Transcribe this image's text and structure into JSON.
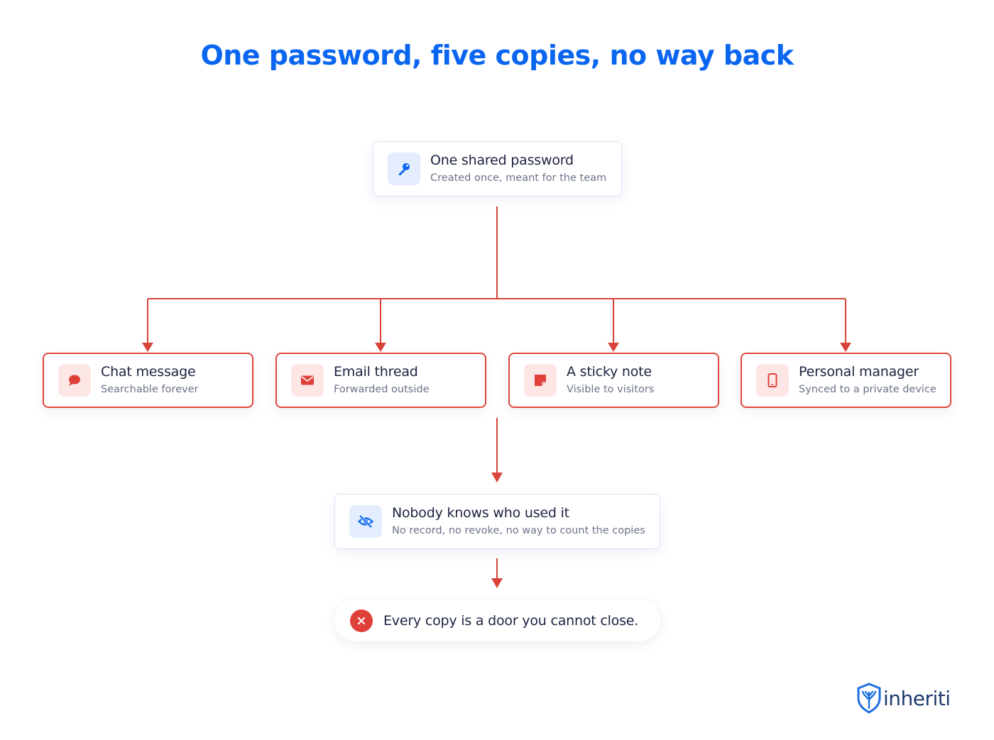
{
  "title": "One password, five copies, no way back",
  "source": {
    "title": "One shared password",
    "subtitle": "Created once, meant for the team",
    "icon": "key-icon"
  },
  "copies": [
    {
      "title": "Chat message",
      "subtitle": "Searchable forever",
      "icon": "chat-bubble-icon"
    },
    {
      "title": "Email thread",
      "subtitle": "Forwarded outside",
      "icon": "envelope-icon"
    },
    {
      "title": "A sticky note",
      "subtitle": "Visible to visitors",
      "icon": "sticky-note-icon"
    },
    {
      "title": "Personal manager",
      "subtitle": "Synced to a private device",
      "icon": "phone-icon"
    }
  ],
  "consequence": {
    "title": "Nobody knows who used it",
    "subtitle": "No record, no revoke, no way to count the copies",
    "icon": "eye-off-icon"
  },
  "callout": {
    "text": "Every copy is a door you cannot close.",
    "icon": "close-icon"
  },
  "logo": {
    "text": "inheriti",
    "icon": "tree-shield-icon"
  },
  "colors": {
    "accent_blue": "#0a66f0",
    "danger_red": "#e0403a",
    "text_dark": "#1c2340",
    "text_muted": "#6c7388"
  }
}
